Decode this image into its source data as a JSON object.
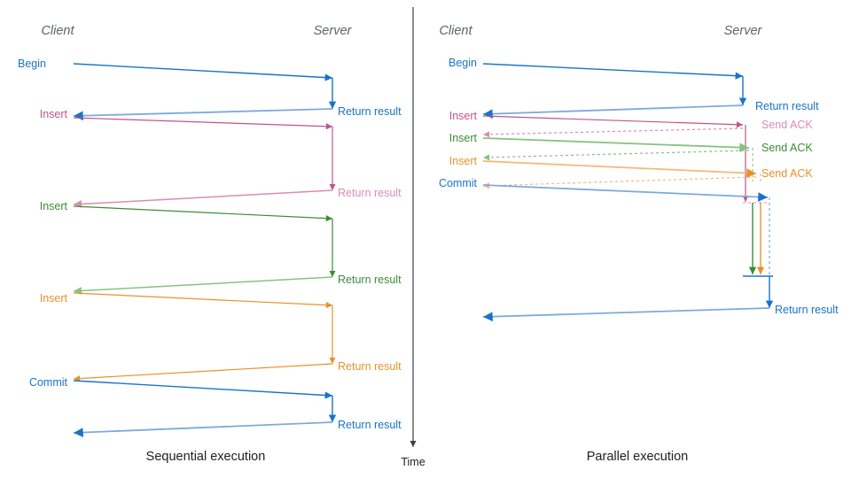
{
  "colors": {
    "blue": "#1a73c8",
    "blue_light": "#7fa9dd",
    "pink": "#c2538a",
    "pink_light": "#d98cb3",
    "green": "#3d8b37",
    "green_light": "#88c183",
    "orange": "#e8912a",
    "orange_light": "#f3b878",
    "actor": "#5f6368",
    "axis": "#3c4043",
    "caption": "#202124",
    "background": "#ffffff"
  },
  "left_panel": {
    "caption": "Sequential execution",
    "actors": {
      "client": "Client",
      "server": "Server"
    },
    "client_messages": [
      {
        "label": "Begin",
        "color_key": "blue"
      },
      {
        "label": "Insert",
        "color_key": "pink"
      },
      {
        "label": "Insert",
        "color_key": "green"
      },
      {
        "label": "Insert",
        "color_key": "orange"
      },
      {
        "label": "Commit",
        "color_key": "blue"
      }
    ],
    "server_messages": [
      {
        "label": "Return result",
        "color_key": "blue"
      },
      {
        "label": "Return result",
        "color_key": "pink"
      },
      {
        "label": "Return result",
        "color_key": "green"
      },
      {
        "label": "Return result",
        "color_key": "orange"
      },
      {
        "label": "Return result",
        "color_key": "blue"
      }
    ]
  },
  "right_panel": {
    "caption": "Parallel execution",
    "actors": {
      "client": "Client",
      "server": "Server"
    },
    "client_messages": [
      {
        "label": "Begin",
        "color_key": "blue"
      },
      {
        "label": "Insert",
        "color_key": "pink"
      },
      {
        "label": "Insert",
        "color_key": "green"
      },
      {
        "label": "Insert",
        "color_key": "orange"
      },
      {
        "label": "Commit",
        "color_key": "blue"
      }
    ],
    "server_messages": [
      {
        "label": "Return result",
        "color_key": "blue"
      },
      {
        "label": "Send ACK",
        "color_key": "pink"
      },
      {
        "label": "Send ACK",
        "color_key": "green"
      },
      {
        "label": "Send ACK",
        "color_key": "orange"
      },
      {
        "label": "Return result",
        "color_key": "blue"
      }
    ]
  },
  "time_axis": {
    "label": "Time"
  }
}
